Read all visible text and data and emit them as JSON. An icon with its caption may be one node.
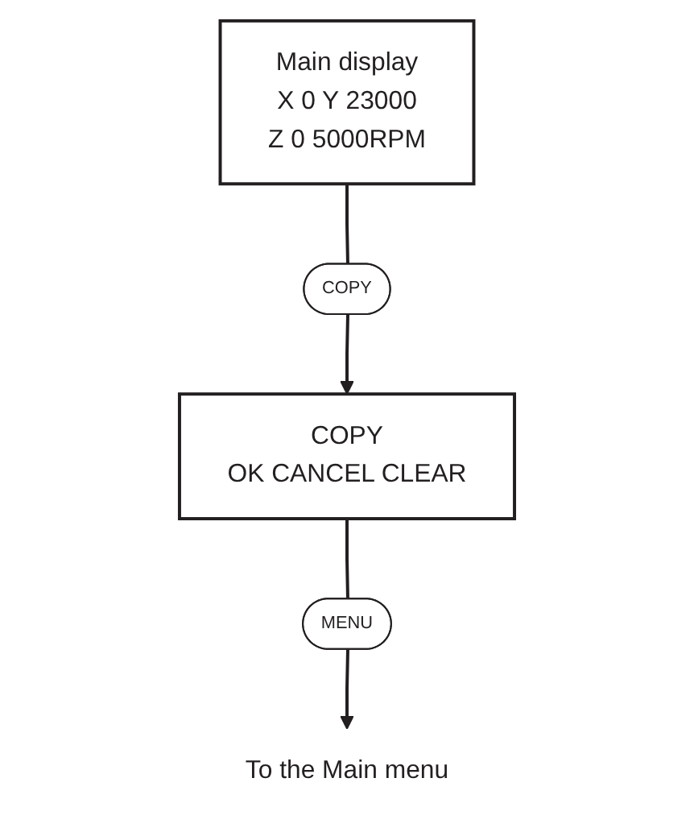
{
  "diagram": {
    "nodes": [
      {
        "text": [
          "Main display",
          "X 0 Y 23000",
          "Z 0 5000RPM"
        ]
      },
      {
        "text": [
          "COPY"
        ]
      },
      {
        "text": [
          "COPY",
          "OK CANCEL CLEAR"
        ]
      },
      {
        "text": [
          "MENU"
        ]
      },
      {
        "text": [
          "To the Main menu"
        ]
      }
    ],
    "edges": [
      {
        "from": 0,
        "to": 1,
        "arrow": "none"
      },
      {
        "from": 1,
        "to": 2,
        "arrow": "to"
      },
      {
        "from": 2,
        "to": 3,
        "arrow": "none"
      },
      {
        "from": 3,
        "to": 4,
        "arrow": "to"
      }
    ]
  }
}
